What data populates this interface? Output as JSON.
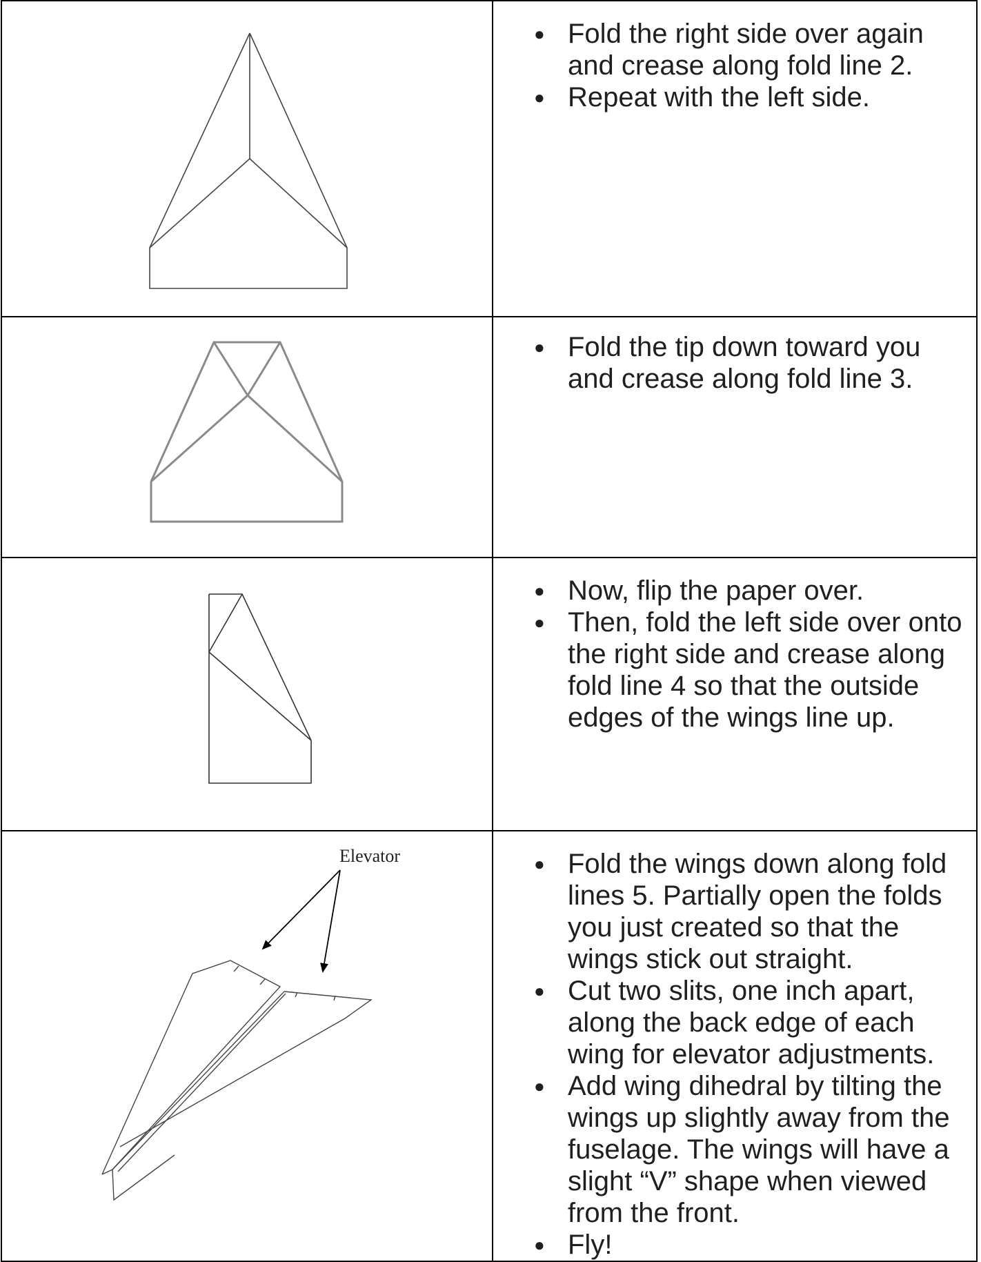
{
  "steps": [
    {
      "figure": "kite-fold-diagram",
      "bullets": [
        "Fold the right side over again and crease along fold line 2.",
        "Repeat with the left side."
      ]
    },
    {
      "figure": "tip-fold-diagram",
      "bullets": [
        "Fold the tip down toward you and crease along fold line 3."
      ]
    },
    {
      "figure": "half-fold-diagram",
      "bullets": [
        "Now, flip the paper over.",
        "Then, fold the left side over onto the right side and crease along fold line 4 so that the outside edges of the wings line up."
      ]
    },
    {
      "figure": "finished-plane-diagram",
      "figure_label": "Elevator",
      "bullets": [
        "Fold the wings down along fold lines 5. Partially open the folds you just created so that the wings stick out straight.",
        "Cut two slits, one inch apart, along the back edge of each wing for elevator adjustments.",
        "Add wing dihedral by tilting the wings up slightly away from the fuselage. The wings will have a slight “V” shape when viewed from the front.",
        "Fly!"
      ]
    }
  ]
}
